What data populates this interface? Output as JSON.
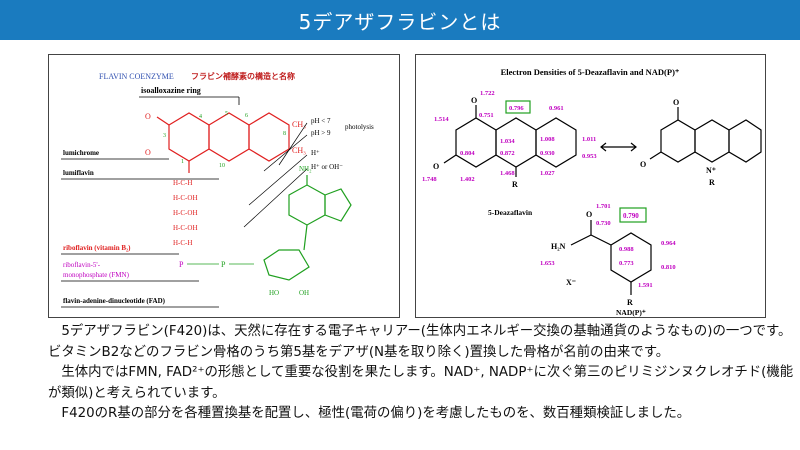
{
  "title": "5デアザフラビンとは",
  "left_figure": {
    "heading_en": "FLAVIN COENZYME",
    "heading_jp": "フラビン補酵素の構造と名称",
    "isoalloxazine": "isoalloxazine ring",
    "ph_lt": "pH < 7",
    "ph_gt": "pH > 9",
    "photolysis": "photolysis",
    "lumichrome": "lumichrome",
    "lumiflavin": "lumiflavin",
    "h_plus": "H⁺",
    "h_or_oh": "H⁺ or OH⁻",
    "riboflavin": "riboflavin (vitamin B₂)",
    "fmn_1": "riboflavin-5'-",
    "fmn_2": "monophosphate (FMN)",
    "fad": "flavin-adenine-dinucleotide (FAD)",
    "ch3": "CH₃",
    "nh2": "NH₂",
    "ring_numbers": [
      "1",
      "2",
      "3",
      "4",
      "5",
      "6",
      "7",
      "8",
      "9",
      "10"
    ],
    "chain": [
      "H-C-H",
      "H-C-OH",
      "H-C-OH",
      "H-C-OH",
      "H-C-H"
    ],
    "p_label": "P",
    "o_label": "O",
    "oh_label": "OH",
    "ho_label": "HO"
  },
  "right_figure": {
    "heading": "Electron Densities of 5-Deazaflavin and NAD(P)⁺",
    "deazaflavin_label": "5-Deazaflavin",
    "nad_label": "NAD(P)⁺",
    "deaza_values": [
      "1.722",
      "0.751",
      "0.796",
      "0.961",
      "1.514",
      "1.034",
      "1.008",
      "1.011",
      "0.804",
      "0.872",
      "0.930",
      "0.953",
      "1.748",
      "1.402",
      "1.468",
      "1.027"
    ],
    "boxed_deaza": "0.796",
    "nad_values": [
      "1.701",
      "0.730",
      "0.988",
      "0.964",
      "1.653",
      "0.773",
      "0.810",
      "1.591"
    ],
    "boxed_nad": "0.790",
    "h2n": "H₂N",
    "x_minus": "X⁻",
    "atom_o": "O",
    "atom_n": "N",
    "atom_h": "H",
    "atom_r": "R",
    "atom_nplus": "N⁺"
  },
  "body": {
    "para1": "　5デアザフラビン(F420)は、天然に存在する電子キャリアー(生体内エネルギー交換の基軸通貨のようなもの)の一つです。 ビタミンB2などのフラビン骨格のうち第5基をデアザ(N基を取り除く)置換した骨格が名前の由来です。",
    "para2": "　生体内ではFMN, FAD²⁺の形態として重要な役割を果たします。NAD⁺, NADP⁺に次ぐ第三のピリミジンヌクレオチド(機能が類似)と考えられています。",
    "para3": "　F420のR基の部分を各種置換基を配置し、極性(電荷の偏り)を考慮したものを、数百種類検証しました。"
  },
  "colors": {
    "title_bg": "#1a7bbf",
    "red": "#e02020",
    "magenta": "#c000c0",
    "green": "#20a020"
  }
}
